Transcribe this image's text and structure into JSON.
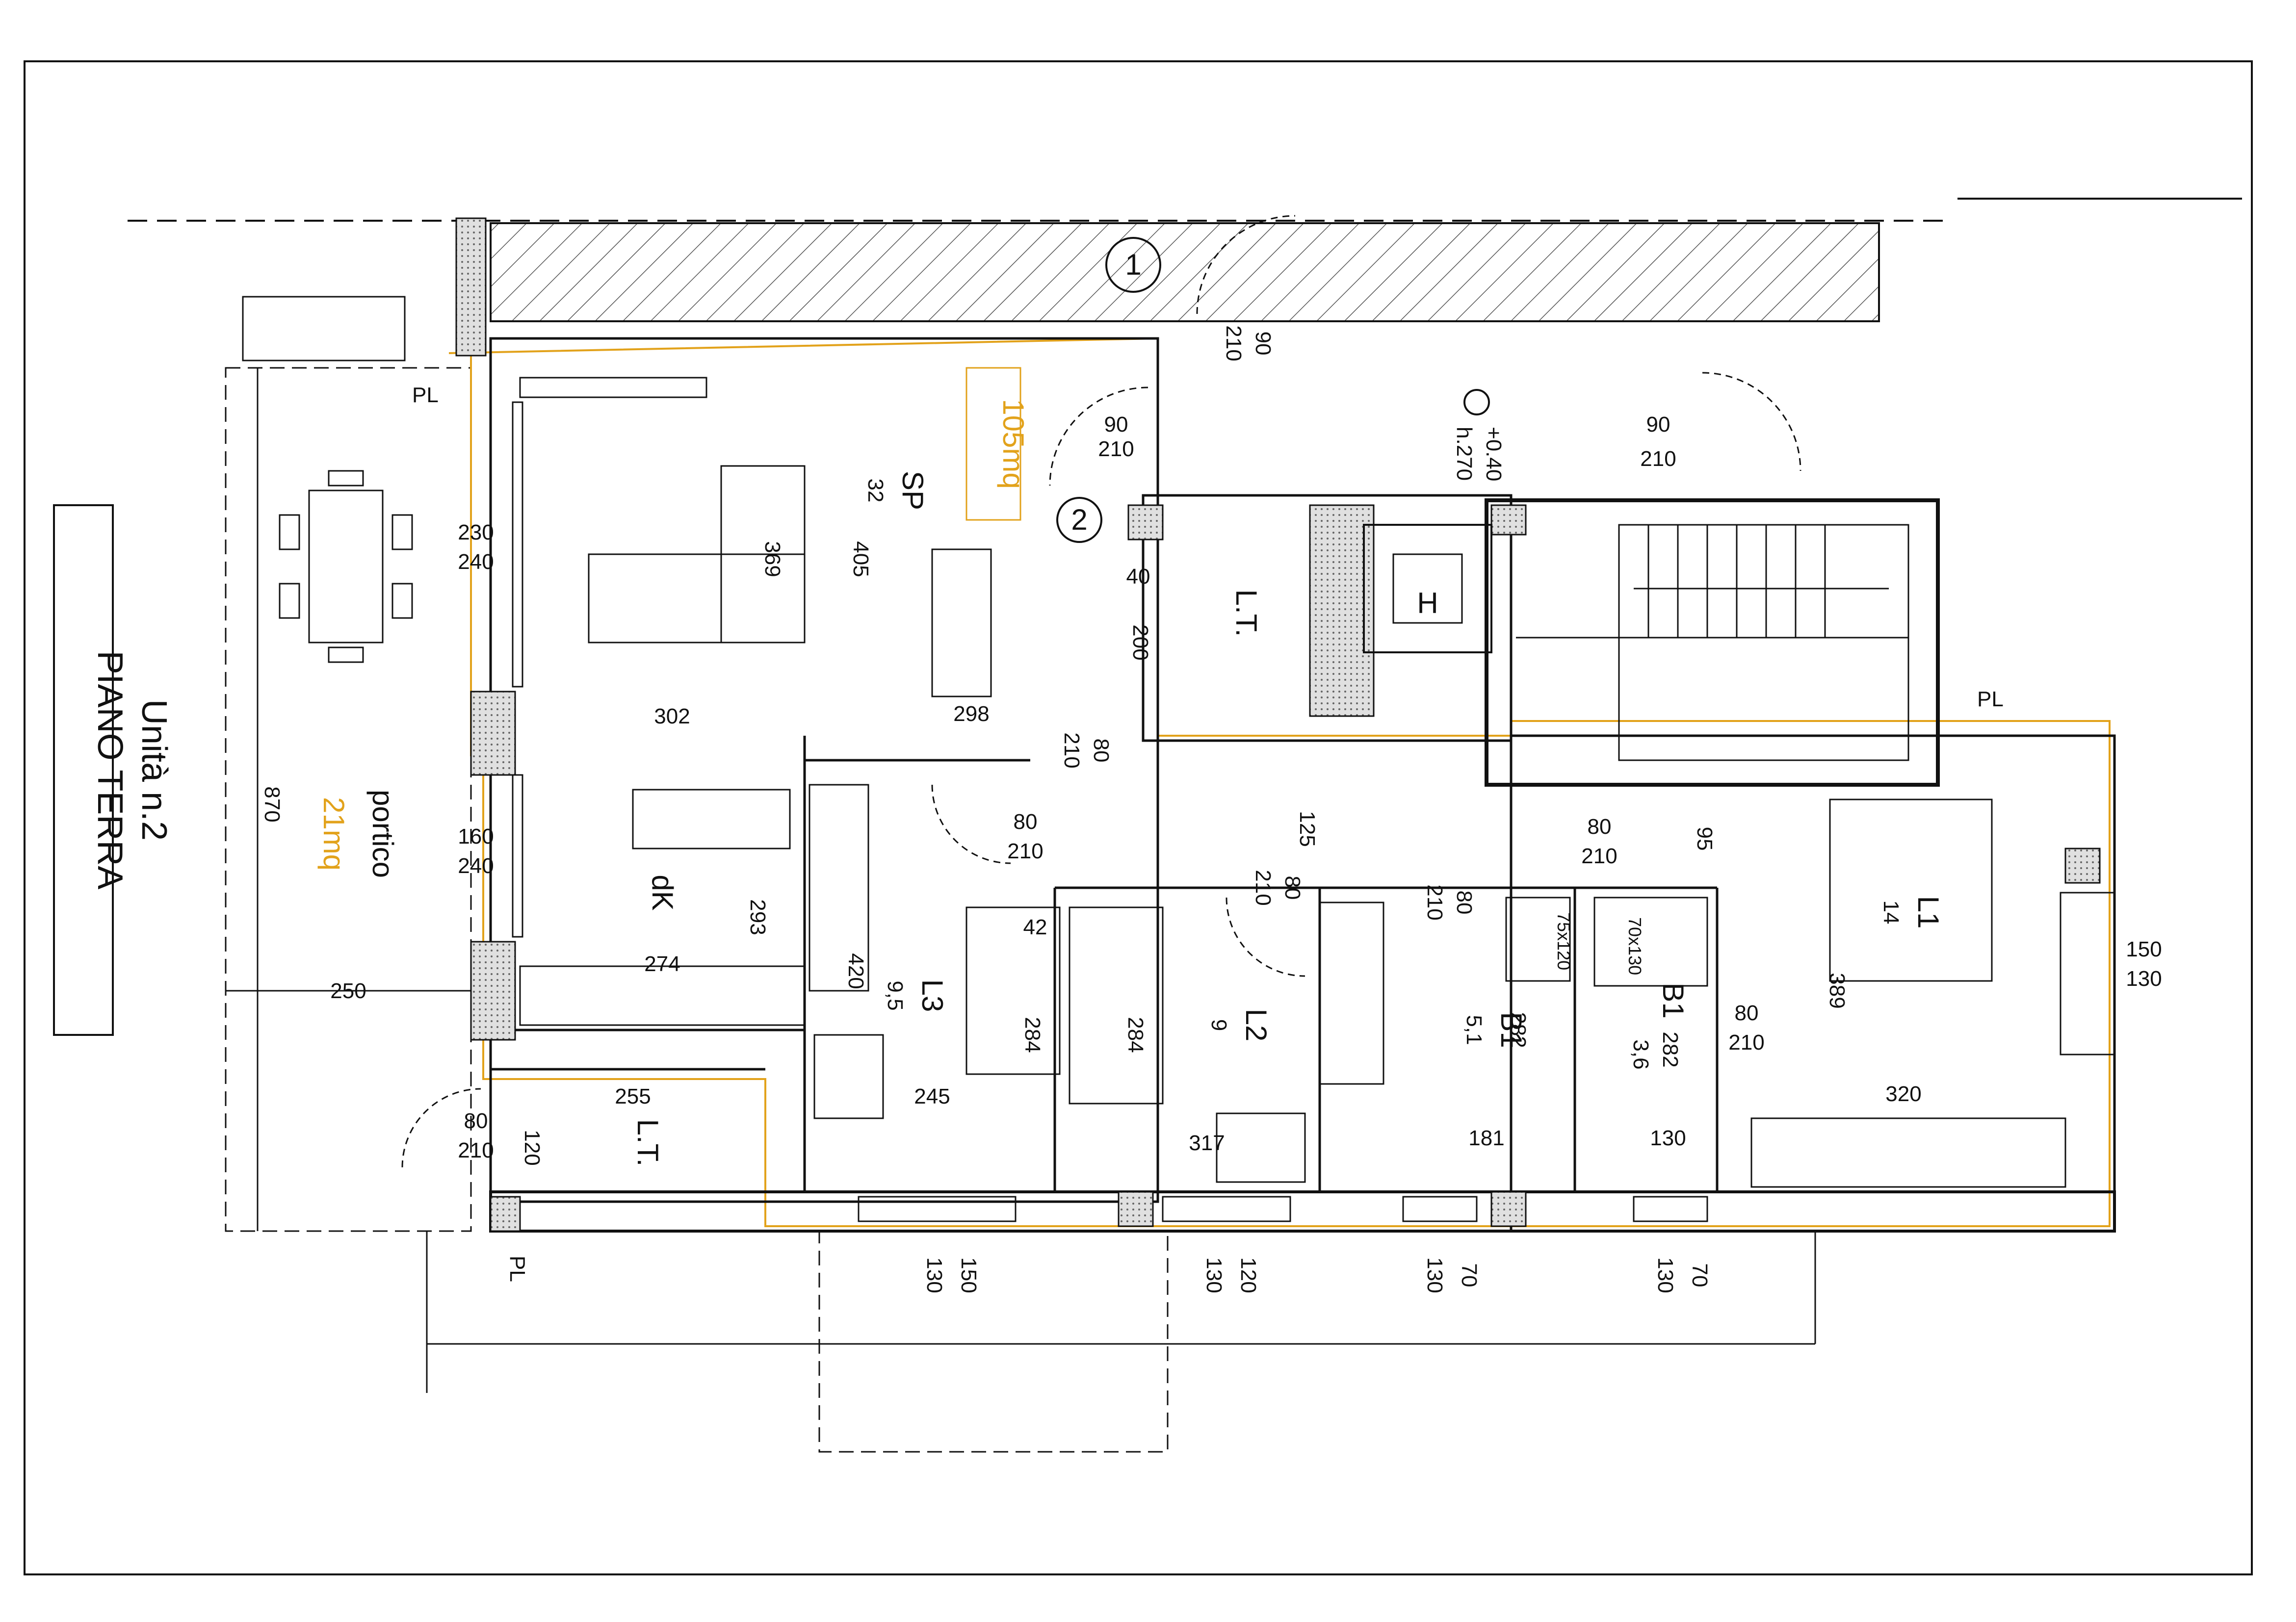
{
  "title": {
    "unit": "Unità n.2",
    "floor": "PIANO TERRA"
  },
  "accent": {
    "yellow": "#e2a21b",
    "line": "#111111",
    "wall_fill": "#c8c8c8"
  },
  "areas": {
    "total": "105mq",
    "portico_name": "portico",
    "portico_area": "21mq"
  },
  "rooms": [
    {
      "id": "SP",
      "name": "SP",
      "area": "32"
    },
    {
      "id": "dK",
      "name": "dK",
      "area": ""
    },
    {
      "id": "L1",
      "name": "L1",
      "area": "14"
    },
    {
      "id": "L2",
      "name": "L2",
      "area": "9"
    },
    {
      "id": "L3",
      "name": "L3",
      "area": "9,5"
    },
    {
      "id": "B1a",
      "name": "B1",
      "area": "5,1"
    },
    {
      "id": "B1b",
      "name": "B1",
      "area": "3,6"
    },
    {
      "id": "LT1",
      "name": "L.T.",
      "area": ""
    },
    {
      "id": "LT2",
      "name": "L.T.",
      "area": ""
    },
    {
      "id": "H",
      "name": "H",
      "area": ""
    }
  ],
  "markers": [
    "1",
    "2"
  ],
  "elevation": {
    "level": "+0.40",
    "height": "h.270"
  },
  "pl_labels": [
    "PL",
    "PL",
    "PL"
  ],
  "doors": [
    {
      "w": "90",
      "h": "210"
    },
    {
      "w": "90",
      "h": "210"
    },
    {
      "w": "90",
      "h": "210"
    },
    {
      "w": "80",
      "h": "210"
    },
    {
      "w": "80",
      "h": "210"
    },
    {
      "w": "80",
      "h": "210"
    },
    {
      "w": "80",
      "h": "210"
    },
    {
      "w": "80",
      "h": "210"
    },
    {
      "w": "80",
      "h": "210"
    },
    {
      "w": "80",
      "h": "210"
    }
  ],
  "windows": [
    {
      "w": "230",
      "h": "240"
    },
    {
      "w": "160",
      "h": "240"
    },
    {
      "w": "150",
      "h": "130"
    },
    {
      "w": "150",
      "h": "130"
    },
    {
      "w": "120",
      "h": "130"
    },
    {
      "w": "70",
      "h": "130"
    },
    {
      "w": "70",
      "h": "130"
    }
  ],
  "dims": [
    "870",
    "250",
    "302",
    "298",
    "369",
    "405",
    "40",
    "200",
    "125",
    "95",
    "293",
    "274",
    "420",
    "42",
    "284",
    "284",
    "245",
    "255",
    "120",
    "317",
    "181",
    "130",
    "282",
    "282",
    "389",
    "320"
  ],
  "fixtures": {
    "shower_1": "75x120",
    "shower_2": "70x130"
  }
}
